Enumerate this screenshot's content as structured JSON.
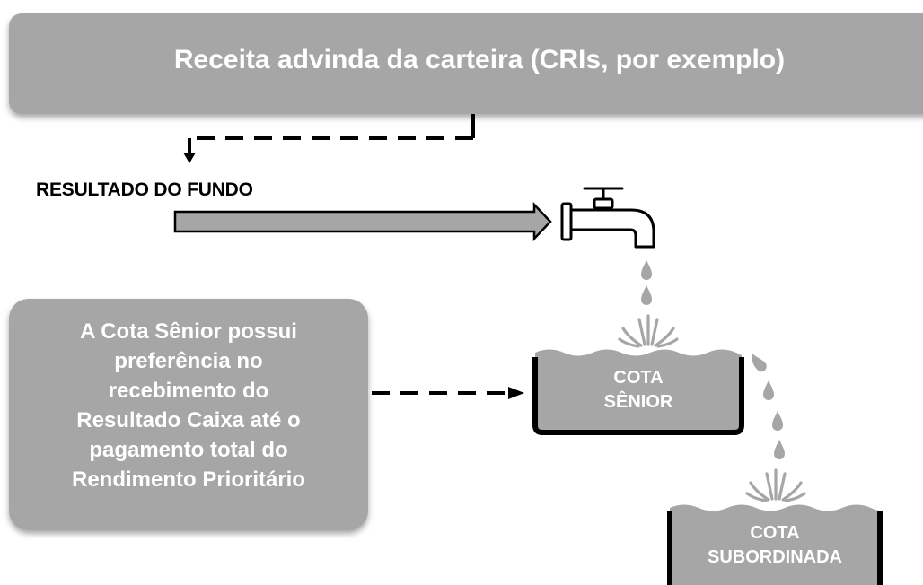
{
  "header": {
    "title": "Receita advinda da carteira (CRIs, por exemplo)"
  },
  "fund": {
    "label": "RESULTADO DO FUNDO"
  },
  "note": {
    "lines": [
      "A Cota Sênior possui",
      "preferência no",
      "recebimento do",
      "Resultado Caixa até o",
      "pagamento total do",
      "Rendimento Prioritário"
    ]
  },
  "tanks": {
    "senior": {
      "line1": "COTA",
      "line2": "SÊNIOR"
    },
    "subordinada": {
      "line1": "COTA",
      "line2": "SUBORDINADA"
    }
  },
  "colors": {
    "box_fill": "#a6a6a6",
    "water_fill": "#a6a6a6",
    "arrow_fill": "#a6a6a6",
    "outline": "#000000",
    "text_light": "#ffffff"
  },
  "icons": [
    "faucet-icon",
    "water-drop-icon",
    "splash-icon",
    "tank-icon"
  ]
}
